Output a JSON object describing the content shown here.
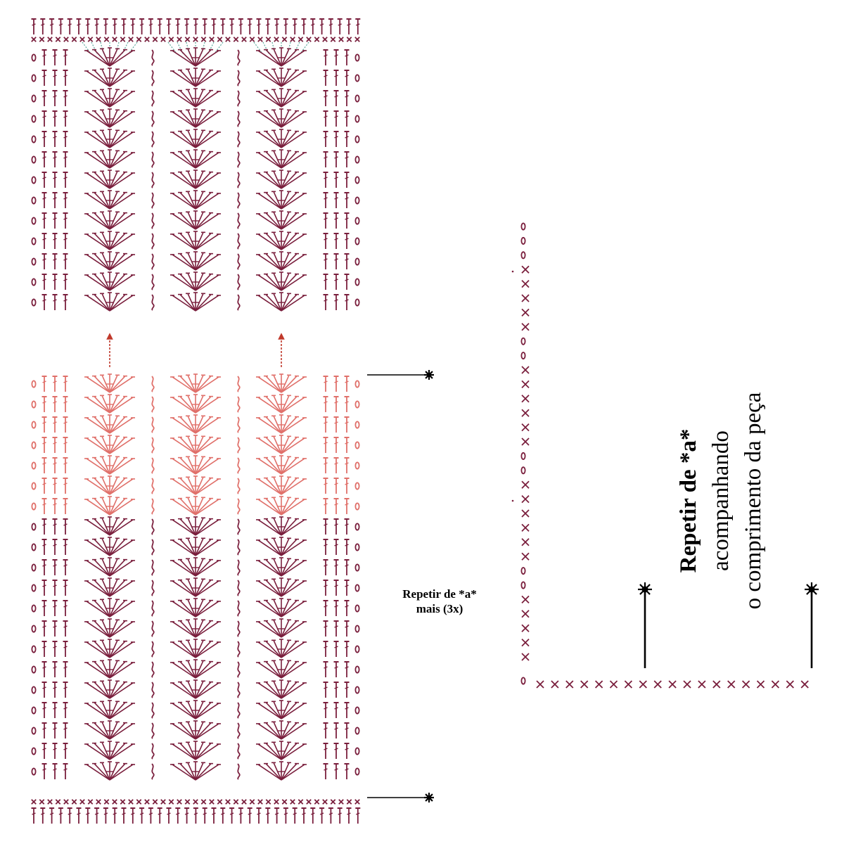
{
  "colors": {
    "stitch_dark": "#7a1f3d",
    "stitch_light": "#e0706a",
    "arrow": "#c0392b",
    "fan_join": "#5aa89a",
    "marker": "#000000"
  },
  "left_chart": {
    "repeat_note": {
      "line1": "Repetir de *a*",
      "line2": "mais (3x)"
    },
    "markers": [
      "*",
      "*"
    ]
  },
  "right_chart": {
    "repeat_note": {
      "line1": "Repetir de *a*",
      "line2": "acompanhando",
      "line3": "o comprimento da peça"
    },
    "markers": [
      "*",
      "*"
    ]
  }
}
